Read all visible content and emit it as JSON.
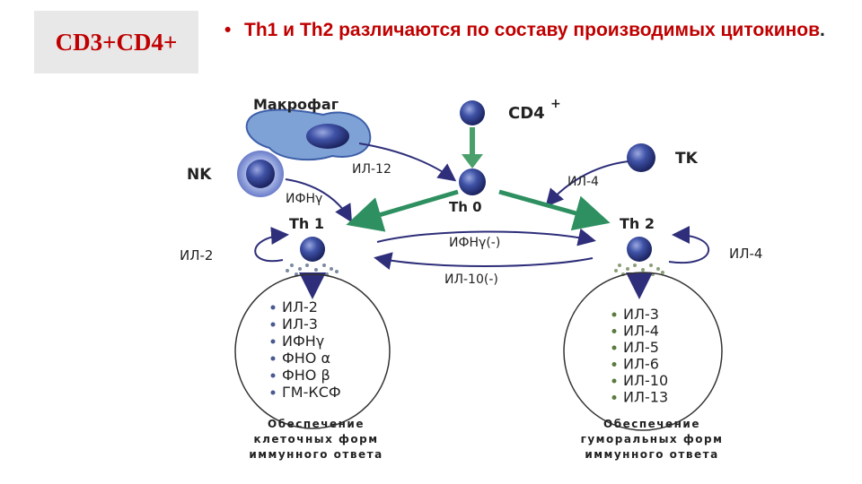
{
  "title": "CD3+CD4+",
  "bullet": {
    "marker": "•",
    "text": "Th1 и Th2 различаются по составу производимых цитокинов",
    "end": "."
  },
  "diagram": {
    "macrophage": "Макрофаг",
    "cd4": "CD4",
    "cd4_sup": "+",
    "nk": "NK",
    "tk": "TK",
    "th0": "Th 0",
    "th1": "Th 1",
    "th2": "Th 2",
    "il12": "ИЛ-12",
    "ifng_nk": "ИФНγ",
    "il4_tk": "ИЛ-4",
    "il2_auto": "ИЛ-2",
    "il4_auto": "ИЛ-4",
    "ifng_inhib": "ИФНγ(-)",
    "il10_inhib": "ИЛ-10(-)",
    "th1_cytokines": [
      "ИЛ-2",
      "ИЛ-3",
      "ИФНγ",
      "ФНО α",
      "ФНО β",
      "ГМ-КСФ"
    ],
    "th2_cytokines": [
      "ИЛ-3",
      "ИЛ-4",
      "ИЛ-5",
      "ИЛ-6",
      "ИЛ-10",
      "ИЛ-13"
    ],
    "th1_caption": [
      "Обеспечение",
      "клеточных форм",
      "иммунного ответа"
    ],
    "th2_caption": [
      "Обеспечение",
      "гуморальных форм",
      "иммунного ответа"
    ]
  },
  "colors": {
    "title": "#c00000",
    "cell": "#3a4c98",
    "arrow": "#2e2e7a",
    "th0_arrows": "#2e9060",
    "cd4_arrow": "#4aa06a"
  }
}
